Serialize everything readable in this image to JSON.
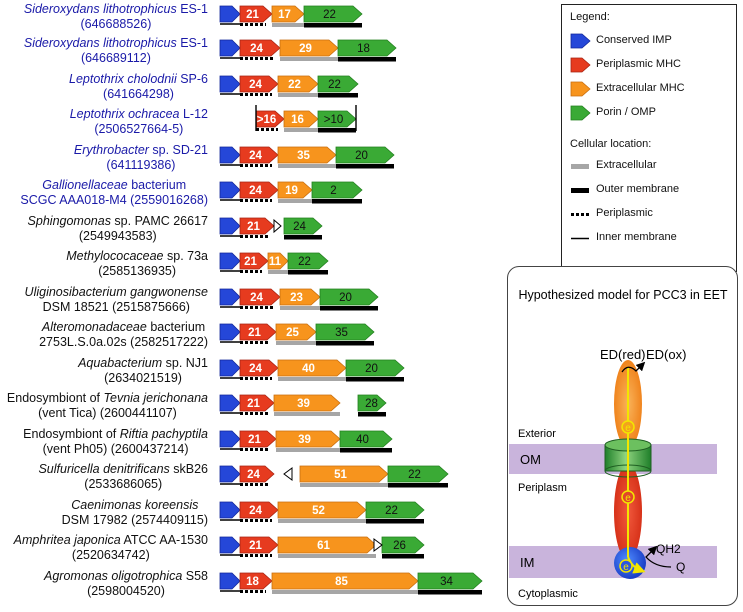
{
  "colors": {
    "conserved_imp": "#2547d8",
    "periplasmic_mhc": "#e63b1f",
    "extracellular_mhc": "#f7941d",
    "porin_omp": "#3aaa35",
    "extracellular_bar": "#a6a6a6",
    "membrane": "#c9b4dc",
    "organism_highlight": "#1a1aa8"
  },
  "rows": [
    {
      "name": "Sideroxydans lithotrophicus ES-1",
      "italic_prefix": "Sideroxydans lithotrophicus",
      "plain_suffix": " ES-1",
      "id": "(646688526)",
      "highlight": true,
      "genes": [
        {
          "type": "imp"
        },
        {
          "type": "peri",
          "label": "21"
        },
        {
          "type": "extra",
          "label": "17"
        },
        {
          "type": "porin",
          "label": "22"
        }
      ]
    },
    {
      "name": "Sideroxydans lithotrophicus ES-1",
      "italic_prefix": "Sideroxydans lithotrophicus",
      "plain_suffix": " ES-1",
      "id": "(646689112)",
      "highlight": true,
      "genes": [
        {
          "type": "imp"
        },
        {
          "type": "peri",
          "label": "24"
        },
        {
          "type": "extra",
          "label": "29"
        },
        {
          "type": "porin",
          "label": "18"
        }
      ]
    },
    {
      "name": "Leptothrix cholodnii SP-6",
      "italic_prefix": "Leptothrix cholodnii",
      "plain_suffix": " SP-6",
      "id": "(641664298)",
      "highlight": true,
      "genes": [
        {
          "type": "imp"
        },
        {
          "type": "peri",
          "label": "24"
        },
        {
          "type": "extra",
          "label": "22"
        },
        {
          "type": "porin",
          "label": "22"
        }
      ]
    },
    {
      "name": "Leptothrix ochracea L-12",
      "italic_prefix": "Leptothrix ochracea",
      "plain_suffix": " L-12",
      "id": "(2506527664-5)",
      "highlight": true,
      "genes": [
        {
          "type": "peri",
          "label": ">16"
        },
        {
          "type": "extra",
          "label": "16"
        },
        {
          "type": "porin",
          "label": ">10"
        }
      ]
    },
    {
      "name": "Erythrobacter sp. SD-21",
      "italic_prefix": "Erythrobacter",
      "plain_suffix": " sp. SD-21",
      "id": "(641119386)",
      "highlight": true,
      "genes": [
        {
          "type": "imp"
        },
        {
          "type": "peri",
          "label": "24"
        },
        {
          "type": "extra",
          "label": "35"
        },
        {
          "type": "porin",
          "label": "20"
        }
      ]
    },
    {
      "name": "Gallionellaceae bacterium",
      "italic_prefix": "Gallionellaceae",
      "plain_suffix": " bacterium",
      "id": "SCGC AAA018-M4  (2559016268)",
      "highlight": true,
      "genes": [
        {
          "type": "imp"
        },
        {
          "type": "peri",
          "label": "24"
        },
        {
          "type": "extra",
          "label": "19"
        },
        {
          "type": "porin",
          "label": "2"
        }
      ]
    },
    {
      "name": "Sphingomonas sp. PAMC 26617",
      "italic_prefix": "Sphingomonas",
      "plain_suffix": " sp. PAMC 26617",
      "id": "(2549943583)",
      "highlight": false,
      "genes": [
        {
          "type": "imp"
        },
        {
          "type": "peri",
          "label": "21"
        },
        {
          "type": "porin",
          "label": "24"
        }
      ]
    },
    {
      "name": "Methylococaceae sp. 73a",
      "italic_prefix": "Methylococaceae",
      "plain_suffix": " sp. 73a",
      "id": "(2585136935)",
      "highlight": false,
      "genes": [
        {
          "type": "imp"
        },
        {
          "type": "peri",
          "label": "21"
        },
        {
          "type": "extra",
          "label": "11"
        },
        {
          "type": "porin",
          "label": "22"
        }
      ]
    },
    {
      "name": "Uliginosibacterium gangwonense",
      "italic_prefix": "Uliginosibacterium gangwonense",
      "plain_suffix": "",
      "id": "DSM 18521  (2515875666)",
      "highlight": false,
      "genes": [
        {
          "type": "imp"
        },
        {
          "type": "peri",
          "label": "24"
        },
        {
          "type": "extra",
          "label": "23"
        },
        {
          "type": "porin",
          "label": "20"
        }
      ]
    },
    {
      "name": "Alteromonadaceae bacterium",
      "italic_prefix": "Alteromonadaceae",
      "plain_suffix": " bacterium",
      "id": "2753L.S.0a.02s  (2582517222)",
      "highlight": false,
      "genes": [
        {
          "type": "imp"
        },
        {
          "type": "peri",
          "label": "21"
        },
        {
          "type": "extra",
          "label": "25"
        },
        {
          "type": "porin",
          "label": "35"
        }
      ]
    },
    {
      "name": "Aquabacterium sp. NJ1",
      "italic_prefix": "Aquabacterium",
      "plain_suffix": " sp. NJ1",
      "id": "(2634021519)",
      "highlight": false,
      "genes": [
        {
          "type": "imp"
        },
        {
          "type": "peri",
          "label": "24"
        },
        {
          "type": "extra",
          "label": "40"
        },
        {
          "type": "porin",
          "label": "20"
        }
      ]
    },
    {
      "name": "Endosymbiont of Tevnia jerichonana",
      "plain_prefix": "Endosymbiont of ",
      "italic_prefix": "Tevnia jerichonana",
      "plain_suffix": "",
      "id": "(vent Tica)  (2600441107)",
      "highlight": false,
      "genes": [
        {
          "type": "imp"
        },
        {
          "type": "peri",
          "label": "21"
        },
        {
          "type": "extra",
          "label": "39"
        },
        {
          "type": "porin",
          "label": "28"
        }
      ]
    },
    {
      "name": "Endosymbiont of Riftia pachyptila",
      "plain_prefix": "Endosymbiont of ",
      "italic_prefix": "Riftia pachyptila",
      "plain_suffix": "",
      "id": "(vent Ph05)  (2600437214)",
      "highlight": false,
      "genes": [
        {
          "type": "imp"
        },
        {
          "type": "peri",
          "label": "21"
        },
        {
          "type": "extra",
          "label": "39"
        },
        {
          "type": "porin",
          "label": "40"
        }
      ]
    },
    {
      "name": "Sulfuricella denitrificans skB26",
      "italic_prefix": "Sulfuricella denitrificans",
      "plain_suffix": " skB26",
      "id": "(2533686065)",
      "highlight": false,
      "genes": [
        {
          "type": "imp"
        },
        {
          "type": "peri",
          "label": "24"
        },
        {
          "type": "extra",
          "label": "51"
        },
        {
          "type": "porin",
          "label": "22"
        }
      ]
    },
    {
      "name": "Caenimonas koreensis",
      "italic_prefix": "Caenimonas koreensis",
      "plain_suffix": "",
      "id": "DSM 17982  (2574409115)",
      "highlight": false,
      "genes": [
        {
          "type": "imp"
        },
        {
          "type": "peri",
          "label": "24"
        },
        {
          "type": "extra",
          "label": "52"
        },
        {
          "type": "porin",
          "label": "22"
        }
      ]
    },
    {
      "name": "Amphritea japonica ATCC AA-1530",
      "italic_prefix": "Amphritea japonica",
      "plain_suffix": " ATCC AA-1530",
      "id": "(2520634742)",
      "highlight": false,
      "genes": [
        {
          "type": "imp"
        },
        {
          "type": "peri",
          "label": "21"
        },
        {
          "type": "extra",
          "label": "61"
        },
        {
          "type": "porin",
          "label": "26"
        }
      ]
    },
    {
      "name": "Agromonas oligotrophica S58",
      "italic_prefix": "Agromonas oligotrophica",
      "plain_suffix": " S58",
      "id": "(2598004520)",
      "highlight": false,
      "genes": [
        {
          "type": "imp"
        },
        {
          "type": "peri",
          "label": "18"
        },
        {
          "type": "extra",
          "label": "85"
        },
        {
          "type": "porin",
          "label": "34"
        }
      ]
    }
  ],
  "legend": {
    "title": "Legend:",
    "items": [
      {
        "key": "imp",
        "label": "Conserved IMP"
      },
      {
        "key": "peri",
        "label": "Periplasmic MHC"
      },
      {
        "key": "extra",
        "label": "Extracellular MHC"
      },
      {
        "key": "porin",
        "label": "Porin / OMP"
      }
    ],
    "location_title": "Cellular location:",
    "locations": [
      {
        "key": "extracellular",
        "label": "Extracellular"
      },
      {
        "key": "outer",
        "label": "Outer membrane"
      },
      {
        "key": "periplasmic",
        "label": "Periplasmic"
      },
      {
        "key": "inner",
        "label": "Inner membrane"
      }
    ]
  },
  "model": {
    "title": "Hypothesized model for PCC3 in EET",
    "ed_red": "ED(red)",
    "ed_ox": "ED(ox)",
    "exterior": "Exterior",
    "om": "OM",
    "periplasm": "Periplasm",
    "im": "IM",
    "cytoplasmic": "Cytoplasmic",
    "qh2": "QH2",
    "q": "Q",
    "electron": "e"
  }
}
